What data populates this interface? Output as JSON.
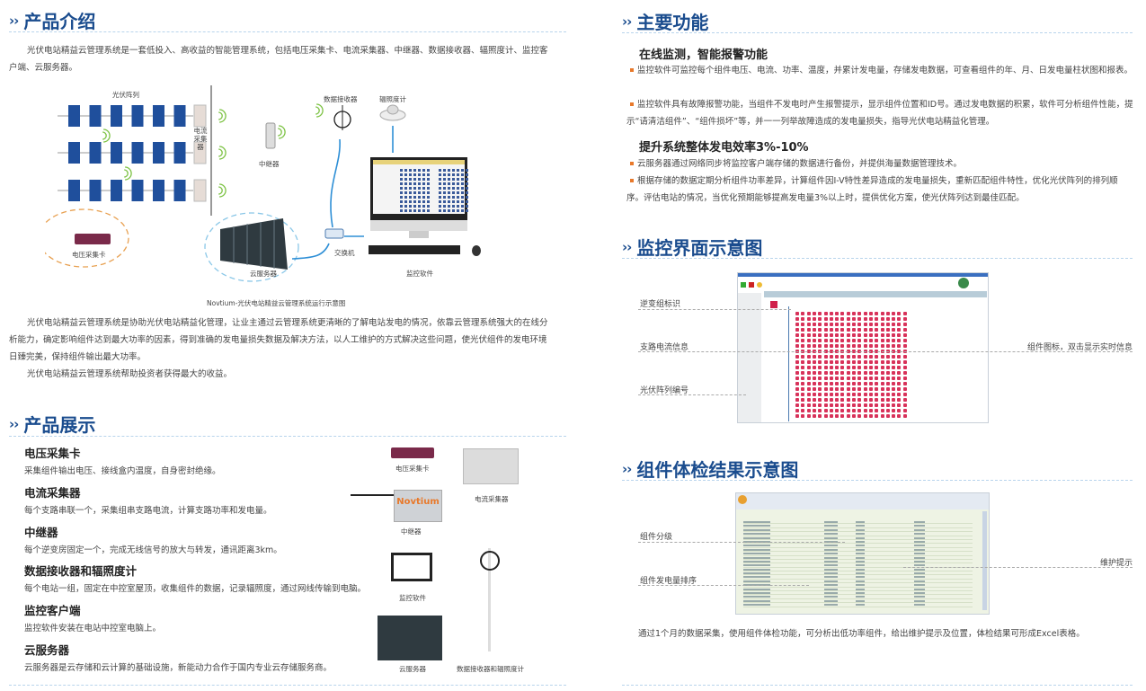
{
  "left": {
    "intro": {
      "title": "产品介绍",
      "chevrons": "››",
      "para1": "光伏电站精益云管理系统是一套低投入、高收益的智能管理系统，包括电压采集卡、电流采集器、中继器、数据接收器、辐照度计、监控客户端、云服务器。",
      "diagram": {
        "pv_array": "光伏阵列",
        "current_collector": "电流采集器",
        "repeater": "中继器",
        "data_receiver": "数据接收器",
        "irradiance_meter": "辐照度计",
        "voltage_card": "电压采集卡",
        "cloud_server": "云服务器",
        "switch": "交换机",
        "monitor_software": "监控软件",
        "caption": "Novtium-光伏电站精益云管理系统运行示意图"
      },
      "para2": "光伏电站精益云管理系统是协助光伏电站精益化管理，让业主通过云管理系统更清晰的了解电站发电的情况，依靠云管理系统强大的在线分析能力，确定影响组件达到最大功率的因素，得到准确的发电量损失数据及解决方法，以人工维护的方式解决这些问题，使光伏组件的发电环境日臻完美，保持组件输出最大功率。",
      "para3": "光伏电站精益云管理系统帮助投资者获得最大的收益。"
    },
    "showcase": {
      "title": "产品展示",
      "chevrons": "››",
      "items": [
        {
          "name": "电压采集卡",
          "desc": "采集组件输出电压、接线盒内温度，自身密封绝缘。"
        },
        {
          "name": "电流采集器",
          "desc": "每个支路串联一个，采集组串支路电流，计算支路功率和发电量。"
        },
        {
          "name": "中继器",
          "desc": "每个逆变房固定一个，完成无线信号的放大与转发，通讯距离3km。"
        },
        {
          "name": "数据接收器和辐照度计",
          "desc": "每个电站一组，固定在中控室屋顶，收集组件的数据，记录辐照度，通过网线传输到电脑。"
        },
        {
          "name": "监控客户端",
          "desc": "监控软件安装在电站中控室电脑上。"
        },
        {
          "name": "云服务器",
          "desc": "云服务器是云存储和云计算的基础设施，新能动力合作于国内专业云存储服务商。"
        }
      ],
      "images": {
        "voltage_card": "电压采集卡",
        "current_collector": "电流采集器",
        "repeater": "中继器",
        "monitor_software": "监控软件",
        "cloud_server": "云服务器",
        "receiver_meter": "数据接收器和辐照度计",
        "brand": "Novtium"
      }
    }
  },
  "right": {
    "features": {
      "title": "主要功能",
      "chevrons": "››",
      "h1": "在线监测，智能报警功能",
      "b1": "监控软件可监控每个组件电压、电流、功率、温度，并累计发电量，存储发电数据，可查看组件的年、月、日发电量柱状图和报表。",
      "b2": "监控软件具有故障报警功能，当组件不发电时产生报警提示，显示组件位置和ID号。通过发电数据的积累，软件可分析组件性能，提示“请清洁组件”、“组件损坏”等，并一一列举故障造成的发电量损失，指导光伏电站精益化管理。",
      "h2": "提升系统整体发电效率3%-10%",
      "b3": "云服务器通过网络同步将监控客户端存储的数据进行备份，并提供海量数据管理技术。",
      "b4": "根据存储的数据定期分析组件功率差异，计算组件因I-V特性差异造成的发电量损失，重新匹配组件特性，优化光伏阵列的排列顺序。评估电站的情况，当优化预期能够提高发电量3%以上时，提供优化方案，使光伏阵列达到最佳匹配。"
    },
    "monitor": {
      "title": "监控界面示意图",
      "chevrons": "››",
      "labels": {
        "inverter_id": "逆变组标识",
        "branch_current": "支路电流信息",
        "array_number": "光伏阵列编号",
        "component_icon": "组件图标，双击显示实时信息"
      }
    },
    "checkup": {
      "title": "组件体检结果示意图",
      "chevrons": "››",
      "labels": {
        "grading": "组件分级",
        "ranking": "组件发电量排序",
        "maintenance": "维护提示"
      },
      "caption": "通过1个月的数据采集，使用组件体检功能，可分析出低功率组件，给出维护提示及位置，体检结果可形成Excel表格。"
    }
  },
  "colors": {
    "title": "#1a4c8e",
    "bullet": "#e8792b",
    "panel": "#1f4f9c",
    "signal": "#7cc243",
    "link": "#2e8fd6"
  }
}
